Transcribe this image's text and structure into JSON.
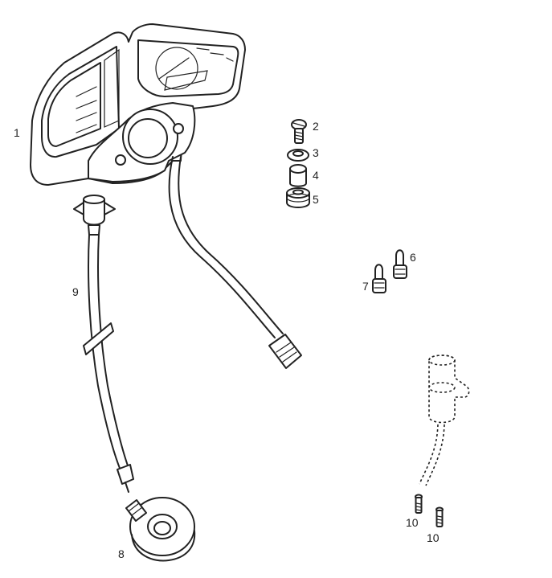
{
  "parts": [
    {
      "id": "1",
      "label": "1"
    },
    {
      "id": "2",
      "label": "2"
    },
    {
      "id": "3",
      "label": "3"
    },
    {
      "id": "4",
      "label": "4"
    },
    {
      "id": "5",
      "label": "5"
    },
    {
      "id": "6",
      "label": "6"
    },
    {
      "id": "7",
      "label": "7"
    },
    {
      "id": "8",
      "label": "8"
    },
    {
      "id": "9",
      "label": "9"
    },
    {
      "id": "10a",
      "label": "10"
    },
    {
      "id": "10b",
      "label": "10"
    }
  ],
  "colors": {
    "line": "#222222",
    "background": "#ffffff"
  }
}
